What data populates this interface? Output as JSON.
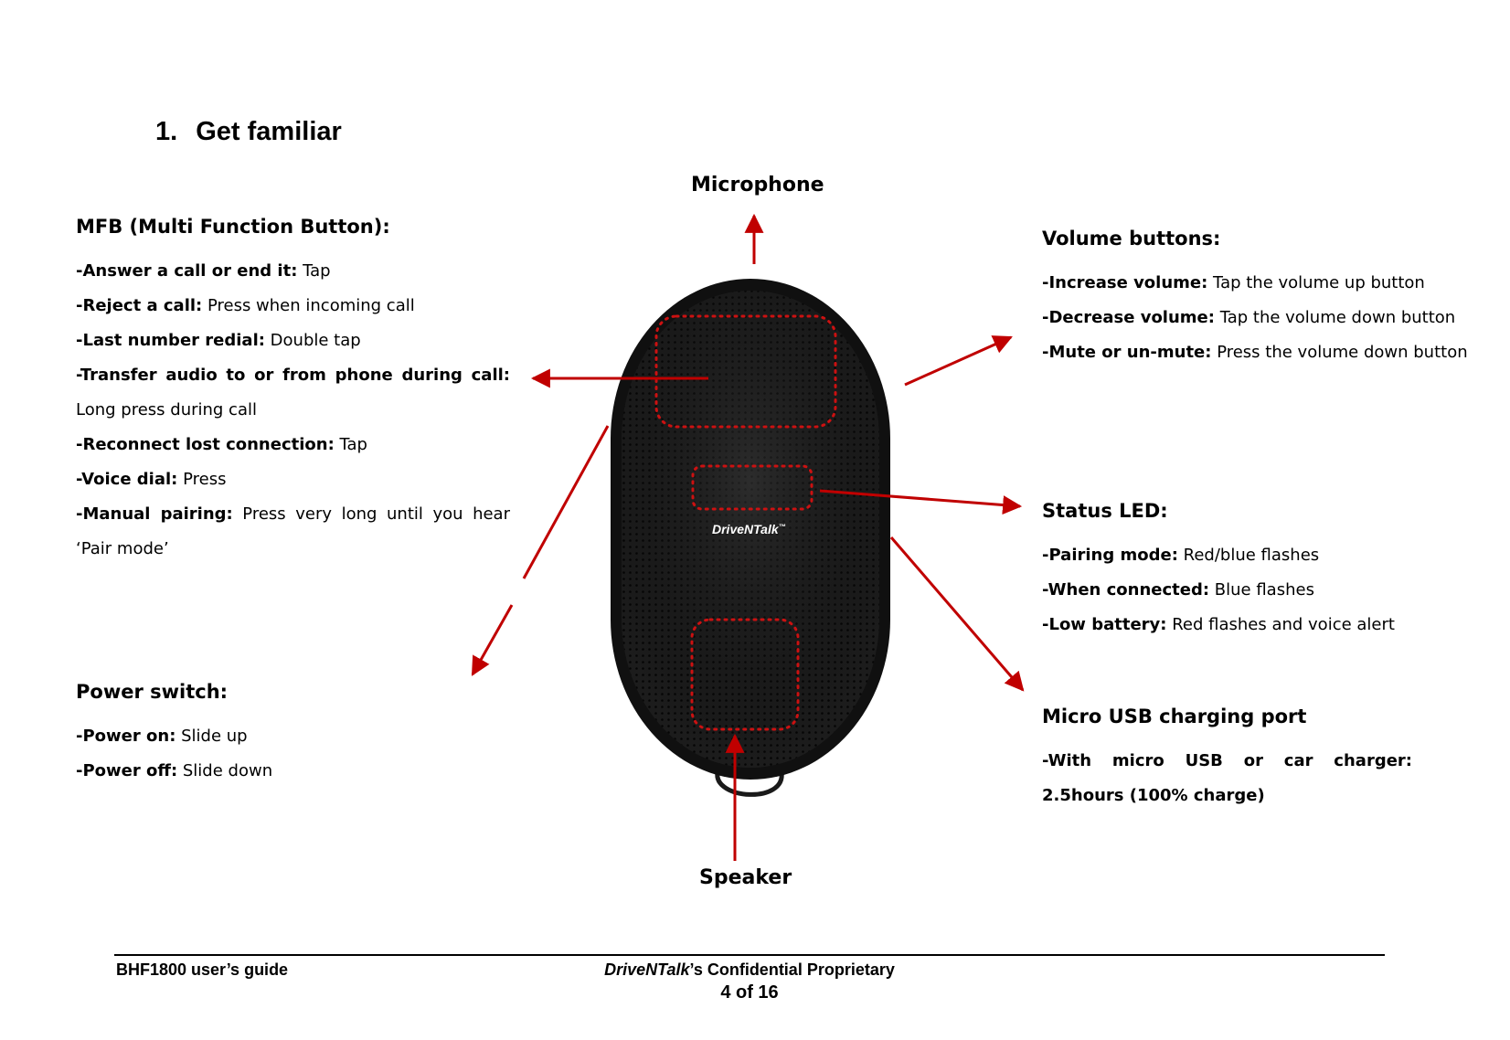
{
  "heading": {
    "number": "1.",
    "title": "Get familiar"
  },
  "labels": {
    "microphone": "Microphone",
    "speaker": "Speaker"
  },
  "device": {
    "brand": "DriveNTalk",
    "trademark": "™"
  },
  "mfb": {
    "title": "MFB (Multi Function Button):",
    "items": [
      {
        "key": "-Answer a call or end it:",
        "value": " Tap"
      },
      {
        "key": "-Reject a call:",
        "value": " Press when incoming call"
      },
      {
        "key": "-Last number redial:",
        "value": " Double tap"
      },
      {
        "key": "-Transfer audio to or from phone during call:",
        "value": " Long press during call"
      },
      {
        "key": "-Reconnect lost connection:",
        "value": " Tap"
      },
      {
        "key": "-Voice dial:",
        "value": " Press"
      },
      {
        "key": "-Manual pairing:",
        "value": " Press very long until you hear ‘Pair mode’"
      }
    ]
  },
  "power": {
    "title": "Power switch:",
    "items": [
      {
        "key": "-Power on:",
        "value": " Slide up"
      },
      {
        "key": "-Power off:",
        "value": " Slide down"
      }
    ]
  },
  "volume": {
    "title": "Volume buttons:",
    "items": [
      {
        "key": "-Increase volume:",
        "value": " Tap the volume up button"
      },
      {
        "key": "-Decrease volume:",
        "value": " Tap the volume down button"
      },
      {
        "key": "-Mute or un-mute:",
        "value": " Press the volume down button"
      }
    ]
  },
  "led": {
    "title": "Status LED:",
    "items": [
      {
        "key": "-Pairing mode:",
        "value": " Red/blue flashes"
      },
      {
        "key": "-When connected:",
        "value": " Blue flashes"
      },
      {
        "key": "-Low battery:",
        "value": " Red flashes and voice alert"
      }
    ]
  },
  "usb": {
    "title": "Micro USB charging port",
    "item": "-With micro USB or car charger: 2.5hours (100% charge)"
  },
  "footer": {
    "left": "BHF1800 user’s guide",
    "brand": "DriveNTalk",
    "center": "’s Confidential Proprietary",
    "page": "4 of 16"
  },
  "colors": {
    "arrow": "#c00000",
    "device": "#1a1a1a",
    "dots": "#cc1111"
  }
}
